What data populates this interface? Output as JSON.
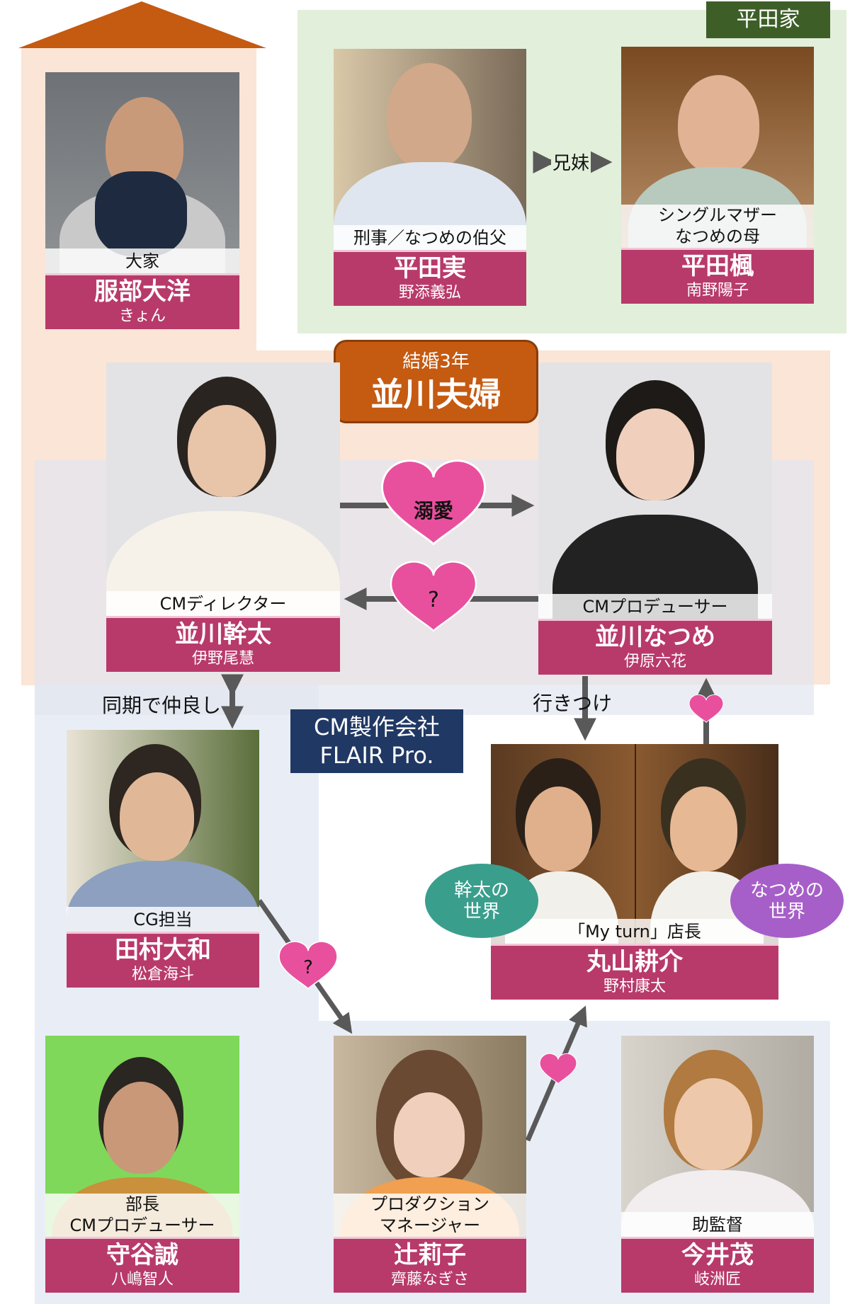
{
  "groups": {
    "hirata_family": "平田家",
    "couple_top": "結婚3年",
    "couple_title": "並川夫婦",
    "company_line1": "CM製作会社",
    "company_line2": "FLAIR Pro."
  },
  "relations": {
    "siblings": "兄妹",
    "doting": "溺愛",
    "question1": "?",
    "question2": "?",
    "friends": "同期で仲良し",
    "regular": "行きつけ",
    "kanta_world": "幹太の世界",
    "natsume_world": "なつめの世界"
  },
  "cards": [
    {
      "role": "大家",
      "name": "服部大洋",
      "actor": "きょん"
    },
    {
      "role": "刑事／なつめの伯父",
      "name": "平田実",
      "actor": "野添義弘"
    },
    {
      "role": "シングルマザー なつめの母",
      "role1": "シングルマザー",
      "role2": "なつめの母",
      "name": "平田楓",
      "actor": "南野陽子"
    },
    {
      "role": "CMディレクター",
      "name": "並川幹太",
      "actor": "伊野尾慧"
    },
    {
      "role": "CMプロデューサー",
      "name": "並川なつめ",
      "actor": "伊原六花"
    },
    {
      "role": "CG担当",
      "name": "田村大和",
      "actor": "松倉海斗"
    },
    {
      "role": "「My turn」店長",
      "name": "丸山耕介",
      "actor": "野村康太"
    },
    {
      "role1": "部長",
      "role2": "CMプロデューサー",
      "name": "守谷誠",
      "actor": "八嶋智人"
    },
    {
      "role1": "プロダクション",
      "role2": "マネージャー",
      "name": "辻莉子",
      "actor": "齊藤なぎさ"
    },
    {
      "role": "助監督",
      "name": "今井茂",
      "actor": "岐洲匠"
    }
  ],
  "colors": {
    "name_band": "#b83a6a",
    "heart": "#e8509e",
    "roof": "#c55a11",
    "hirata_label": "#3e5e28",
    "company": "#203864",
    "kanta_world": "#3a9e8c",
    "natsume_world": "#a65fc8",
    "arrow": "#595959"
  }
}
